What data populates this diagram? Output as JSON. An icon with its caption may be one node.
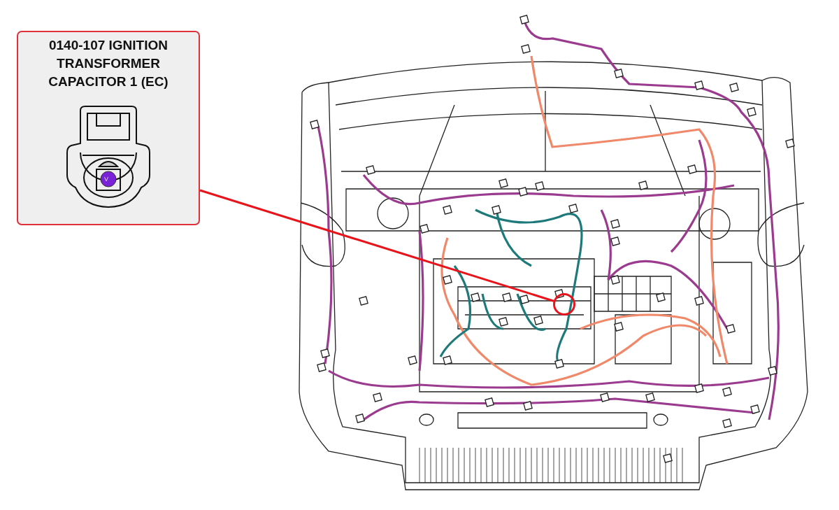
{
  "diagram": {
    "nodes": [
      {
        "text": [
          "0140-107 IGNITION TRANSFORMER CAPACITOR 1 (EC)"
        ]
      },
      {
        "text": [],
        "shape": "circle"
      }
    ],
    "edges": [
      {
        "from": 0,
        "to": 1,
        "arrow": "none",
        "color": "#e8141b"
      }
    ],
    "labels": [
      "V"
    ]
  }
}
